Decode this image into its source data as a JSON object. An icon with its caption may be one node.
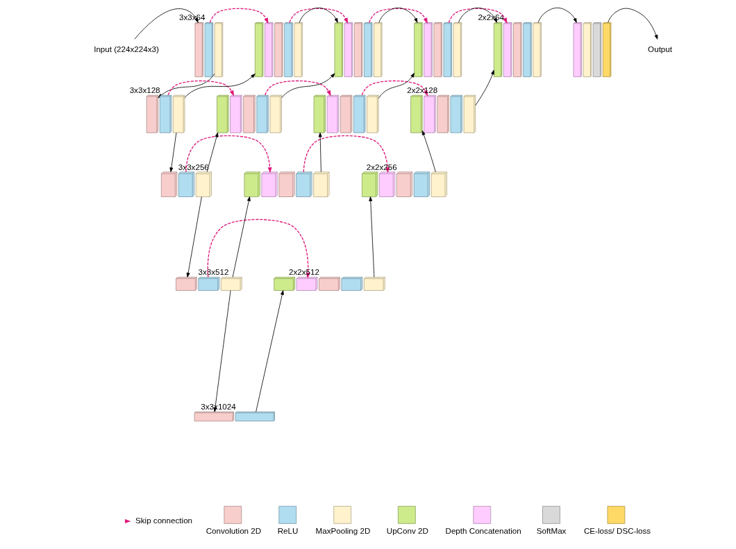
{
  "diagram": {
    "nodes": [
      {
        "text": [
          "Input (224x224x3)"
        ]
      },
      {
        "text": [],
        "shape": "box"
      },
      {
        "text": [],
        "shape": "box",
        "beside": [
          "3x3x64"
        ]
      },
      {
        "text": [],
        "shape": "box"
      },
      {
        "text": [],
        "shape": "box"
      },
      {
        "text": [],
        "shape": "box"
      },
      {
        "text": [],
        "shape": "box"
      },
      {
        "text": [],
        "shape": "box"
      },
      {
        "text": [],
        "shape": "box"
      },
      {
        "text": [],
        "shape": "box"
      },
      {
        "text": [],
        "shape": "box"
      },
      {
        "text": [],
        "shape": "box"
      },
      {
        "text": [],
        "shape": "box"
      },
      {
        "text": [],
        "shape": "box"
      },
      {
        "text": [],
        "shape": "box"
      },
      {
        "text": [],
        "shape": "box"
      },
      {
        "text": [],
        "shape": "box"
      },
      {
        "text": [],
        "shape": "box"
      },
      {
        "text": [],
        "shape": "box"
      },
      {
        "text": [],
        "shape": "box"
      },
      {
        "text": [],
        "shape": "box",
        "beside": [
          "2x2x64"
        ]
      },
      {
        "text": [],
        "shape": "box"
      },
      {
        "text": [],
        "shape": "box"
      },
      {
        "text": [],
        "shape": "box"
      },
      {
        "text": [],
        "shape": "box"
      },
      {
        "text": [],
        "shape": "box"
      },
      {
        "text": [],
        "shape": "box"
      },
      {
        "text": [],
        "shape": "box"
      },
      {
        "text": [
          "Output"
        ]
      },
      {
        "text": [],
        "shape": "box"
      },
      {
        "text": [],
        "shape": "box",
        "beside": [
          "3x3x128"
        ]
      },
      {
        "text": [],
        "shape": "box"
      },
      {
        "text": [],
        "shape": "box"
      },
      {
        "text": [],
        "shape": "box"
      },
      {
        "text": [],
        "shape": "box"
      },
      {
        "text": [],
        "shape": "box"
      },
      {
        "text": [],
        "shape": "box"
      },
      {
        "text": [],
        "shape": "box"
      },
      {
        "text": [],
        "shape": "box"
      },
      {
        "text": [],
        "shape": "box"
      },
      {
        "text": [],
        "shape": "box"
      },
      {
        "text": [],
        "shape": "box"
      },
      {
        "text": [],
        "shape": "box"
      },
      {
        "text": [],
        "shape": "box"
      },
      {
        "text": [],
        "shape": "box",
        "beside": [
          "2x2x128"
        ]
      },
      {
        "text": [],
        "shape": "box"
      },
      {
        "text": [],
        "shape": "box"
      },
      {
        "text": [],
        "shape": "box"
      },
      {
        "text": [],
        "shape": "box",
        "beside": [
          "3x3x256"
        ]
      },
      {
        "text": [],
        "shape": "box"
      },
      {
        "text": [],
        "shape": "box"
      },
      {
        "text": [],
        "shape": "box"
      },
      {
        "text": [],
        "shape": "box"
      },
      {
        "text": [],
        "shape": "box"
      },
      {
        "text": [],
        "shape": "box"
      },
      {
        "text": [],
        "shape": "box"
      },
      {
        "text": [],
        "shape": "box"
      },
      {
        "text": [],
        "shape": "box",
        "beside": [
          "2x2x256"
        ]
      },
      {
        "text": [],
        "shape": "box"
      },
      {
        "text": [],
        "shape": "box"
      },
      {
        "text": [],
        "shape": "box"
      },
      {
        "text": [],
        "shape": "box",
        "beside": [
          "3x3x512"
        ]
      },
      {
        "text": [],
        "shape": "box"
      },
      {
        "text": [],
        "shape": "box"
      },
      {
        "text": [],
        "shape": "box"
      },
      {
        "text": [],
        "shape": "box",
        "beside": [
          "2x2x512"
        ]
      },
      {
        "text": [],
        "shape": "box"
      },
      {
        "text": [],
        "shape": "box"
      },
      {
        "text": [],
        "shape": "box"
      },
      {
        "text": [],
        "shape": "box",
        "beside": [
          "3x3x1024"
        ]
      }
    ],
    "edges": [
      {
        "from": 0,
        "to": 1,
        "arrow": "to"
      },
      {
        "from": 2,
        "to": 5,
        "arrow": "to",
        "style": "dashed",
        "color": "#e0187a"
      },
      {
        "from": 3,
        "to": 29,
        "arrow": "to"
      },
      {
        "from": 31,
        "to": 4,
        "arrow": "to"
      },
      {
        "from": 7,
        "to": 10,
        "arrow": "to",
        "style": "dashed",
        "color": "#e0187a"
      },
      {
        "from": 8,
        "to": 9,
        "arrow": "to"
      },
      {
        "from": 12,
        "to": 15,
        "arrow": "to",
        "style": "dashed",
        "color": "#e0187a"
      },
      {
        "from": 13,
        "to": 14,
        "arrow": "to"
      },
      {
        "from": 17,
        "to": 20,
        "arrow": "to",
        "style": "dashed",
        "color": "#e0187a"
      },
      {
        "from": 18,
        "to": 19,
        "arrow": "to"
      },
      {
        "from": 23,
        "to": 24,
        "arrow": "to"
      },
      {
        "from": 27,
        "to": 28,
        "arrow": "to"
      },
      {
        "from": 30,
        "to": 33,
        "arrow": "to",
        "style": "dashed",
        "color": "#e0187a"
      },
      {
        "from": 31,
        "to": 47,
        "arrow": "to"
      },
      {
        "from": 49,
        "to": 32,
        "arrow": "to"
      },
      {
        "from": 36,
        "to": 9,
        "arrow": "to"
      },
      {
        "from": 35,
        "to": 38,
        "arrow": "to",
        "style": "dashed",
        "color": "#e0187a"
      },
      {
        "from": 41,
        "to": 14,
        "arrow": "to"
      },
      {
        "from": 40,
        "to": 43,
        "arrow": "to",
        "style": "dashed",
        "color": "#e0187a"
      },
      {
        "from": 46,
        "to": 19,
        "arrow": "to"
      },
      {
        "from": 48,
        "to": 51,
        "arrow": "to",
        "style": "dashed",
        "color": "#e0187a"
      },
      {
        "from": 49,
        "to": 60,
        "arrow": "to"
      },
      {
        "from": 62,
        "to": 50,
        "arrow": "to"
      },
      {
        "from": 54,
        "to": 37,
        "arrow": "to"
      },
      {
        "from": 53,
        "to": 56,
        "arrow": "to",
        "style": "dashed",
        "color": "#e0187a"
      },
      {
        "from": 59,
        "to": 42,
        "arrow": "to"
      },
      {
        "from": 61,
        "to": 64,
        "arrow": "to",
        "style": "dashed",
        "color": "#e0187a"
      },
      {
        "from": 62,
        "to": 68,
        "arrow": "to"
      },
      {
        "from": 69,
        "to": 63,
        "arrow": "to"
      },
      {
        "from": 67,
        "to": 55,
        "arrow": "to"
      }
    ],
    "legend": [
      {
        "text": "Skip connection"
      },
      {
        "text": "Convolution 2D",
        "color": "#f8cecc"
      },
      {
        "text": "ReLU",
        "color": "#b1ddf0"
      },
      {
        "text": "MaxPooling 2D",
        "color": "#fff2cc"
      },
      {
        "text": "UpConv 2D",
        "color": "#cdeb8b"
      },
      {
        "text": "Depth Concatenation",
        "color": "#ffccff"
      },
      {
        "text": "SoftMax",
        "color": "#d9d9d9"
      },
      {
        "text": "CE-loss/ DSC-loss",
        "color": "#ffd966"
      }
    ]
  }
}
